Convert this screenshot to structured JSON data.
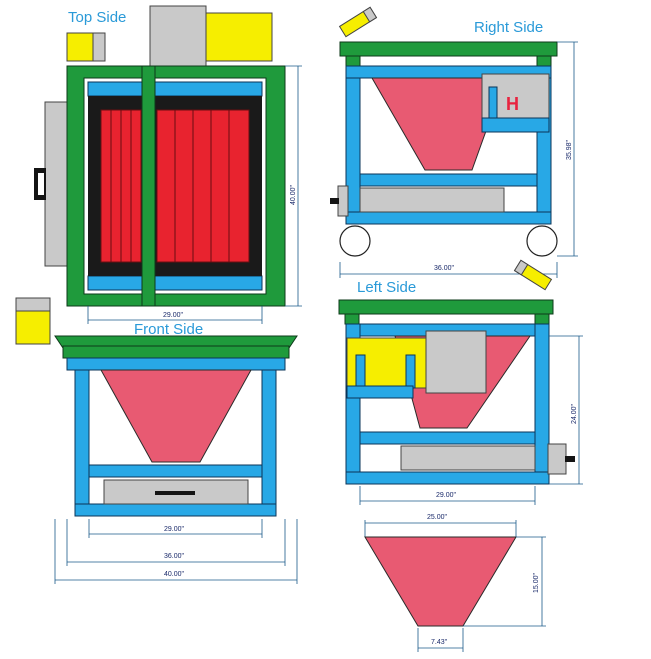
{
  "views": {
    "top": {
      "title": "Top Side",
      "dim_width": "29.00\"",
      "dim_height": "40.00\""
    },
    "right": {
      "title": "Right Side",
      "dim_height": "35.98\"",
      "dim_width": "36.00\"",
      "letter": "H"
    },
    "front": {
      "title": "Front Side",
      "dim_inner": "29.00\"",
      "dim_mid": "36.00\"",
      "dim_outer": "40.00\""
    },
    "left": {
      "title": "Left Side",
      "dim_height": "24.00\"",
      "dim_width": "29.00\""
    },
    "hopper": {
      "dim_top": "25.00\"",
      "dim_height": "15.00\"",
      "dim_bottom": "7.43\""
    }
  },
  "colors": {
    "frame_green": "#1f9a3c",
    "frame_blue": "#28a8e6",
    "hopper_pink": "#e85a72",
    "panel_red": "#e8232f",
    "block_yellow": "#f6ee00",
    "block_grey": "#c9c9c9"
  }
}
